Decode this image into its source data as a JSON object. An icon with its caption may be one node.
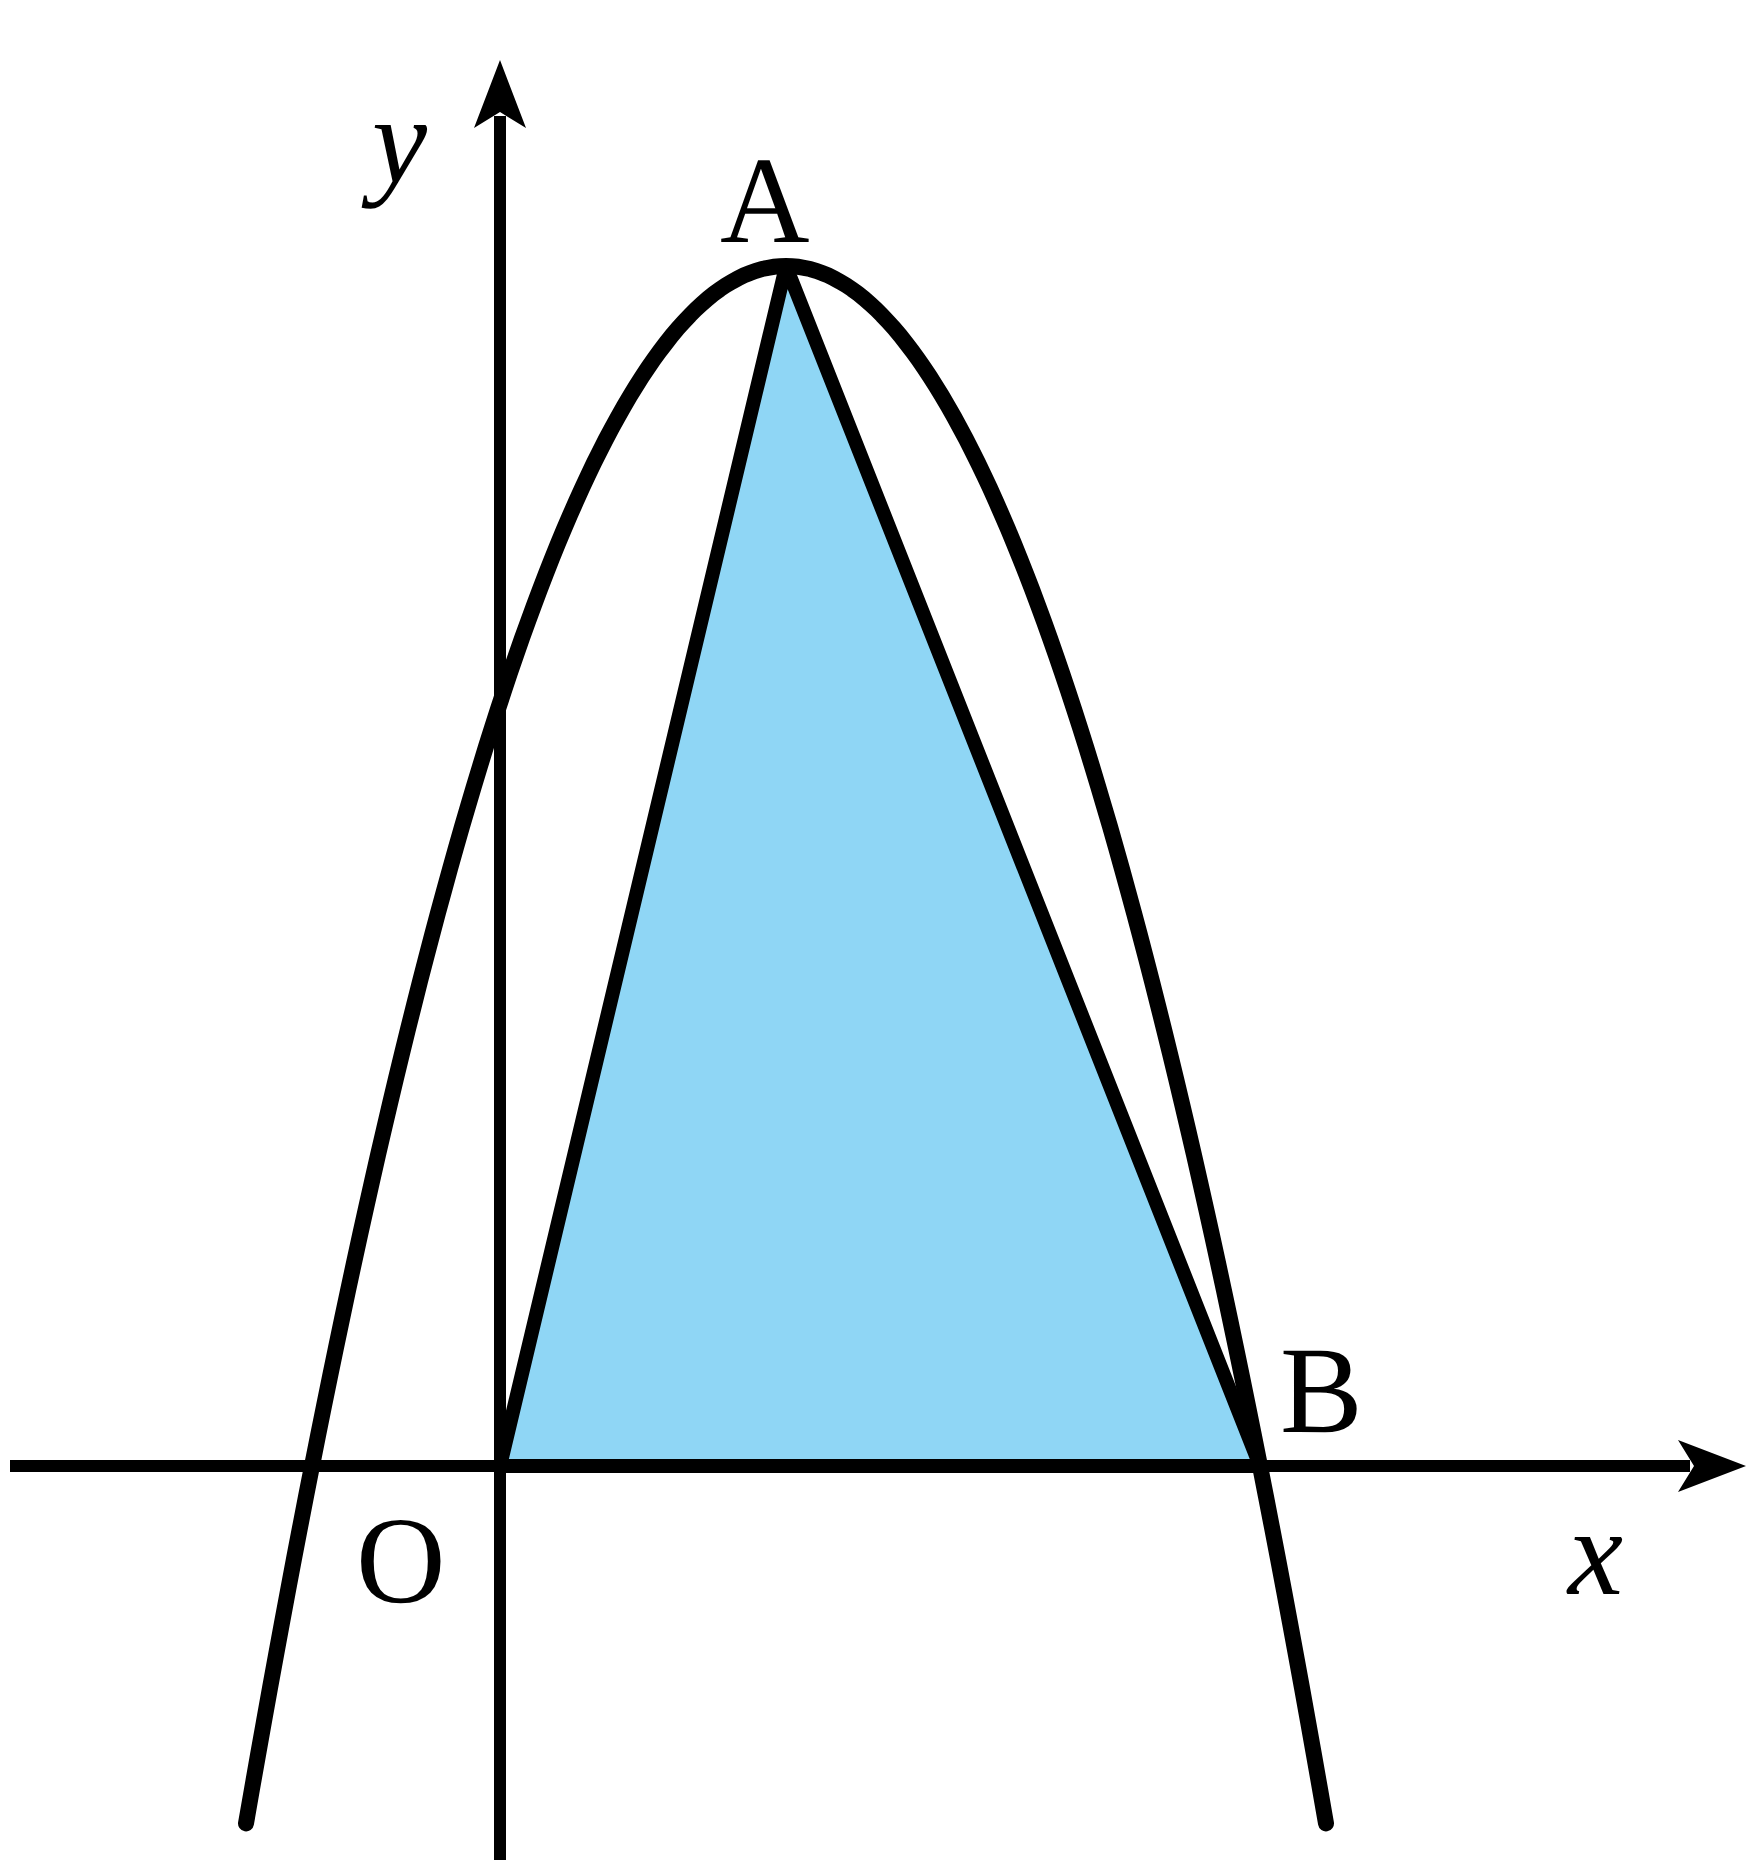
{
  "diagram": {
    "nodes": [
      {
        "text": [],
        "shape": "triangle"
      }
    ],
    "labels": [
      "y",
      "A",
      "B",
      "O",
      "x"
    ]
  }
}
